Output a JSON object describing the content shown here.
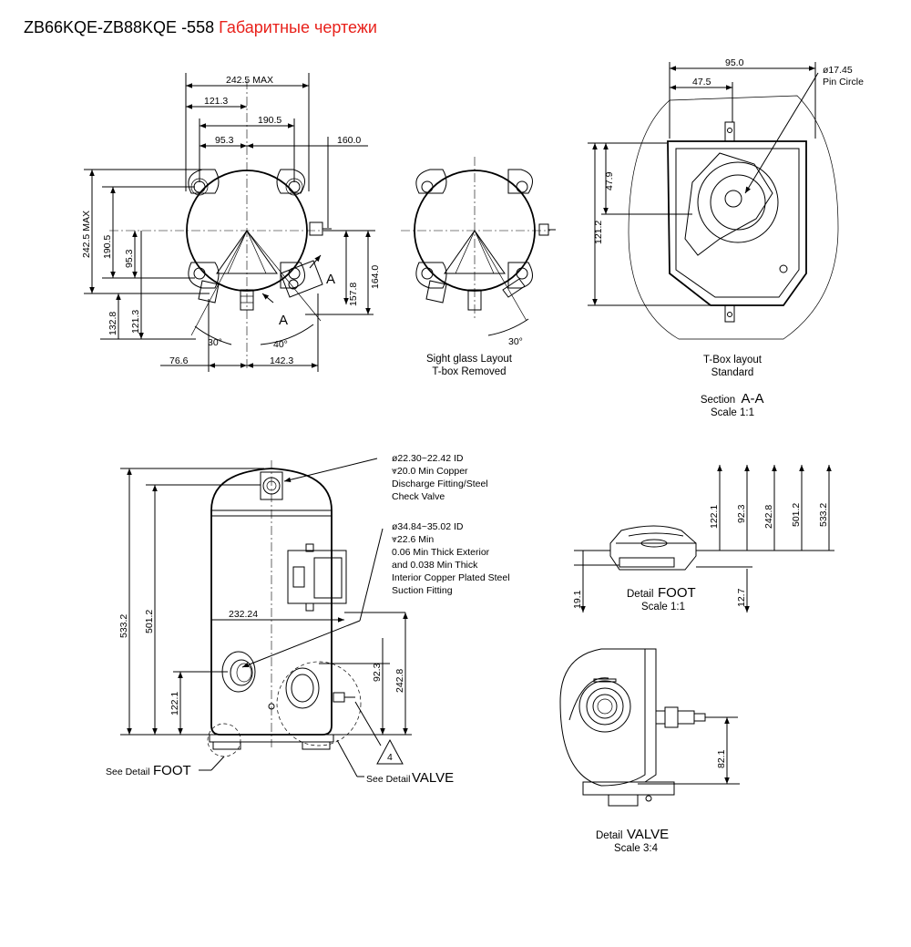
{
  "header": {
    "model": "ZB66KQE-ZB88KQE -558",
    "subtitle": "Габаритные чертежи"
  },
  "colors": {
    "subtitle": "#e8211b",
    "lines": "#000000"
  },
  "top_view": {
    "d_242_5_max_h": "242.5 MAX",
    "d_121_3": "121.3",
    "d_190_5": "190.5",
    "d_95_3": "95.3",
    "d_160_0": "160.0",
    "d_242_5_max_v": "242.5 MAX",
    "d_190_5_v": "190.5",
    "d_95_3_v": "95.3",
    "d_157_8": "157.8",
    "d_164_0": "164.0",
    "d_132_8": "132.8",
    "d_121_3_v": "121.3",
    "d_30": "30°",
    "d_40": "40°",
    "d_76_6": "76.6",
    "d_142_3": "142.3",
    "section_a_1": "A",
    "section_a_2": "A"
  },
  "sight_glass_view": {
    "angle": "30°",
    "caption_line1": "Sight glass Layout",
    "caption_line2": "T-box Removed"
  },
  "tbox_view": {
    "d_95_0": "95.0",
    "d_47_5": "47.5",
    "pin_circle_d": "ø17.45",
    "pin_circle_label": "Pin Circle",
    "d_47_9": "47.9",
    "d_121_2": "121.2",
    "caption_line1": "T-Box layout",
    "caption_line2": "Standard",
    "section_word": "Section",
    "section_letters": "A-A",
    "scale": "Scale 1:1"
  },
  "side_view": {
    "discharge_note": [
      "ø22.30~22.42 ID",
      "⩔20.0 Min Copper",
      "Discharge Fitting/Steel",
      "Check Valve"
    ],
    "suction_note": [
      "ø34.84~35.02 ID",
      "⩔22.6 Min",
      "0.06 Min Thick Exterior",
      "and 0.038 Min Thick",
      "Interior Copper Plated Steel",
      "Suction Fitting"
    ],
    "d_533_2": "533.2",
    "d_501_2": "501.2",
    "d_232_24": "232.24",
    "d_122_1": "122.1",
    "d_92_3": "92.3",
    "d_242_8": "242.8",
    "see_detail_foot_prefix": "See Detail",
    "see_detail_foot": "FOOT",
    "see_detail_valve_prefix": "See Detail",
    "see_detail_valve": "VALVE",
    "triangle_note": "4"
  },
  "detail_foot": {
    "d_122_1": "122.1",
    "d_92_3": "92.3",
    "d_242_8": "242.8",
    "d_501_2": "501.2",
    "d_533_2": "533.2",
    "d_19_1": "19.1",
    "d_12_7": "12.7",
    "caption_word": "Detail",
    "caption_name": "FOOT",
    "scale": "Scale 1:1"
  },
  "detail_valve": {
    "d_82_1": "82.1",
    "caption_word": "Detail",
    "caption_name": "VALVE",
    "scale": "Scale 3:4"
  }
}
